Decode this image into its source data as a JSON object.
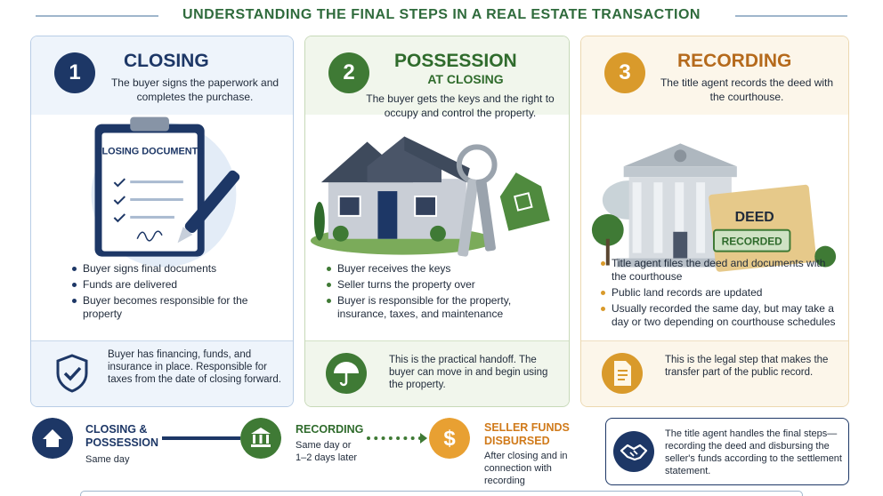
{
  "title": "UNDERSTANDING THE FINAL STEPS IN A REAL ESTATE TRANSACTION",
  "colors": {
    "navy": "#1d3766",
    "green": "#3f7a35",
    "orange": "#d99a2b"
  },
  "panels": [
    {
      "number": "1",
      "title": "CLOSING",
      "description": "The buyer signs the paperwork and completes the purchase.",
      "illustration_text": "CLOSING DOCUMENTS",
      "bullets": [
        "Buyer signs final documents",
        "Funds are delivered",
        "Buyer becomes responsible for the property"
      ],
      "footer": "Buyer has financing, funds, and insurance in place. Responsible for taxes from the date of closing forward.",
      "footer_icon": "shield-check-icon"
    },
    {
      "number": "2",
      "title": "POSSESSION",
      "subtitle": "AT CLOSING",
      "description": "The buyer gets the keys and the right to occupy and control the property.",
      "bullets": [
        "Buyer receives the keys",
        "Seller turns the property over",
        "Buyer is responsible for the property, insurance, taxes, and maintenance"
      ],
      "footer": "This is the practical handoff. The buyer can move in and begin using the property.",
      "footer_icon": "umbrella-icon"
    },
    {
      "number": "3",
      "title": "RECORDING",
      "description": "The title agent records the deed with the courthouse.",
      "illustration_text": "DEED",
      "illustration_stamp": "RECORDED",
      "bullets": [
        "Title agent files the deed and documents with the courthouse",
        "Public land records are updated",
        "Usually recorded the same day, but may take a day or two depending on courthouse schedules"
      ],
      "footer": "This is the legal step that makes the transfer part of the public record.",
      "footer_icon": "document-icon"
    }
  ],
  "timeline": [
    {
      "title": "CLOSING & POSSESSION",
      "sub": "Same day",
      "icon": "home-icon"
    },
    {
      "title": "RECORDING",
      "sub": "Same day or 1–2 days later",
      "icon": "bank-icon"
    },
    {
      "title": "SELLER FUNDS DISBURSED",
      "sub": "After closing and in connection with recording",
      "icon": "dollar-icon"
    }
  ],
  "summary": {
    "text": "The title agent handles the final steps—recording the deed and disbursing the seller's funds according to the settlement statement.",
    "icon": "handshake-icon"
  }
}
